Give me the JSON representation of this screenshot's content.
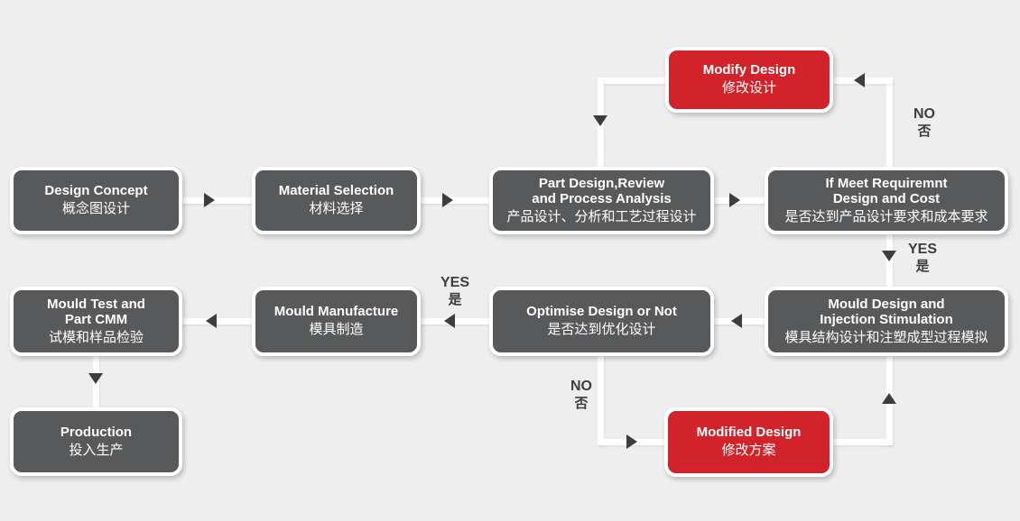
{
  "diagram_title": "Mould design and manufacturing process flowchart",
  "colors": {
    "background": "#efeeee",
    "node_dark": "#58595a",
    "node_red": "#d2232a",
    "connector": "#ffffff",
    "arrow": "#3c3d3f",
    "label": "#3c3d3f",
    "node_text": "#ffffff"
  },
  "nodes": {
    "modify_design": {
      "en": "Modify Design",
      "zh": "修改设计"
    },
    "design_concept": {
      "en": "Design Concept",
      "zh": "概念图设计"
    },
    "material_selection": {
      "en": "Material Selection",
      "zh": "材料选择"
    },
    "part_design": {
      "en": [
        "Part Design,Review",
        "and Process Analysis"
      ],
      "zh": "产品设计、分析和工艺过程设计"
    },
    "if_meet": {
      "en": [
        "If Meet Requiremnt",
        "Design and Cost"
      ],
      "zh": "是否达到产品设计要求和成本要求"
    },
    "mould_test": {
      "en": [
        "Mould Test and",
        "Part CMM"
      ],
      "zh": "试模和样品检验"
    },
    "mould_manufacture": {
      "en": "Mould Manufacture",
      "zh": "模具制造"
    },
    "optimise": {
      "en": "Optimise Design or Not",
      "zh": "是否达到优化设计"
    },
    "mould_design": {
      "en": [
        "Mould Design and",
        "Injection Stimulation"
      ],
      "zh": "模具结构设计和注塑成型过程模拟"
    },
    "production": {
      "en": "Production",
      "zh": "投入生产"
    },
    "modified_design": {
      "en": "Modified Design",
      "zh": "修改方案"
    }
  },
  "labels": {
    "no_top": {
      "en": "NO",
      "zh": "否"
    },
    "yes_right": {
      "en": "YES",
      "zh": "是"
    },
    "yes_mid": {
      "en": "YES",
      "zh": "是"
    },
    "no_bottom": {
      "en": "NO",
      "zh": "否"
    }
  },
  "edges": [
    {
      "from": "design_concept",
      "to": "material_selection",
      "label": ""
    },
    {
      "from": "material_selection",
      "to": "part_design",
      "label": ""
    },
    {
      "from": "part_design",
      "to": "if_meet",
      "label": ""
    },
    {
      "from": "if_meet",
      "to": "modify_design",
      "label": "NO 否"
    },
    {
      "from": "modify_design",
      "to": "part_design",
      "label": ""
    },
    {
      "from": "if_meet",
      "to": "mould_design",
      "label": "YES 是"
    },
    {
      "from": "mould_design",
      "to": "optimise",
      "label": ""
    },
    {
      "from": "optimise",
      "to": "mould_manufacture",
      "label": "YES 是"
    },
    {
      "from": "optimise",
      "to": "modified_design",
      "label": "NO 否"
    },
    {
      "from": "modified_design",
      "to": "mould_design",
      "label": ""
    },
    {
      "from": "mould_manufacture",
      "to": "mould_test",
      "label": ""
    },
    {
      "from": "mould_test",
      "to": "production",
      "label": ""
    }
  ]
}
